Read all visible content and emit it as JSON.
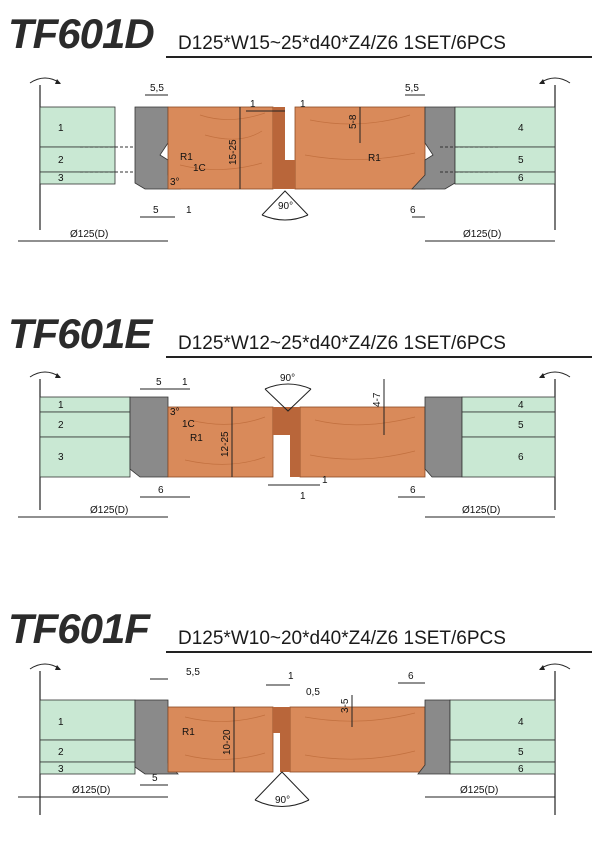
{
  "colors": {
    "cutter_green": "#c9e8d3",
    "blade_gray": "#8a8a8a",
    "wood": "#d98a5a",
    "wood_dark": "#b9663a",
    "line": "#1a1a1a"
  },
  "sections": [
    {
      "model": "TF601D",
      "spec": "D125*W15~25*d40*Z4/Z6   1SET/6PCS",
      "cutters_left": [
        "1",
        "2",
        "3"
      ],
      "cutters_right": [
        "4",
        "5",
        "6"
      ],
      "dims": {
        "top_left": "5,5",
        "top_right": "5,5",
        "bottom_left": "5",
        "bottom_left_b": "1",
        "bottom_right": "6",
        "groove_a": "1",
        "groove_b": "1",
        "height": "15-25",
        "tongue": "5-8",
        "angle": "90°",
        "r_left": "R1",
        "c_left": "1C",
        "deg": "3°",
        "r_right": "R1",
        "dia_left": "Ø125(D)",
        "dia_right": "Ø125(D)"
      }
    },
    {
      "model": "TF601E",
      "spec": "D125*W12~25*d40*Z4/Z6   1SET/6PCS",
      "cutters_left": [
        "1",
        "2",
        "3"
      ],
      "cutters_right": [
        "4",
        "5",
        "6"
      ],
      "dims": {
        "top_left": "5",
        "top_left_b": "1",
        "deg": "3°",
        "c_left": "1C",
        "r_left": "R1",
        "angle": "90°",
        "height": "12-25",
        "tongue": "4-7",
        "groove_a": "1",
        "groove_b": "1",
        "bottom_left": "6",
        "bottom_right": "6",
        "dia_left": "Ø125(D)",
        "dia_right": "Ø125(D)"
      }
    },
    {
      "model": "TF601F",
      "spec": "D125*W10~20*d40*Z4/Z6   1SET/6PCS",
      "cutters_left": [
        "1",
        "2",
        "3"
      ],
      "cutters_right": [
        "4",
        "5",
        "6"
      ],
      "dims": {
        "top_left": "5,5",
        "groove_a": "1",
        "groove_b": "0,5",
        "tongue": "3-5",
        "top_right": "6",
        "r_left": "R1",
        "height": "10-20",
        "bottom_left": "5",
        "angle": "90°",
        "dia_left": "Ø125(D)",
        "dia_right": "Ø125(D)"
      }
    }
  ]
}
